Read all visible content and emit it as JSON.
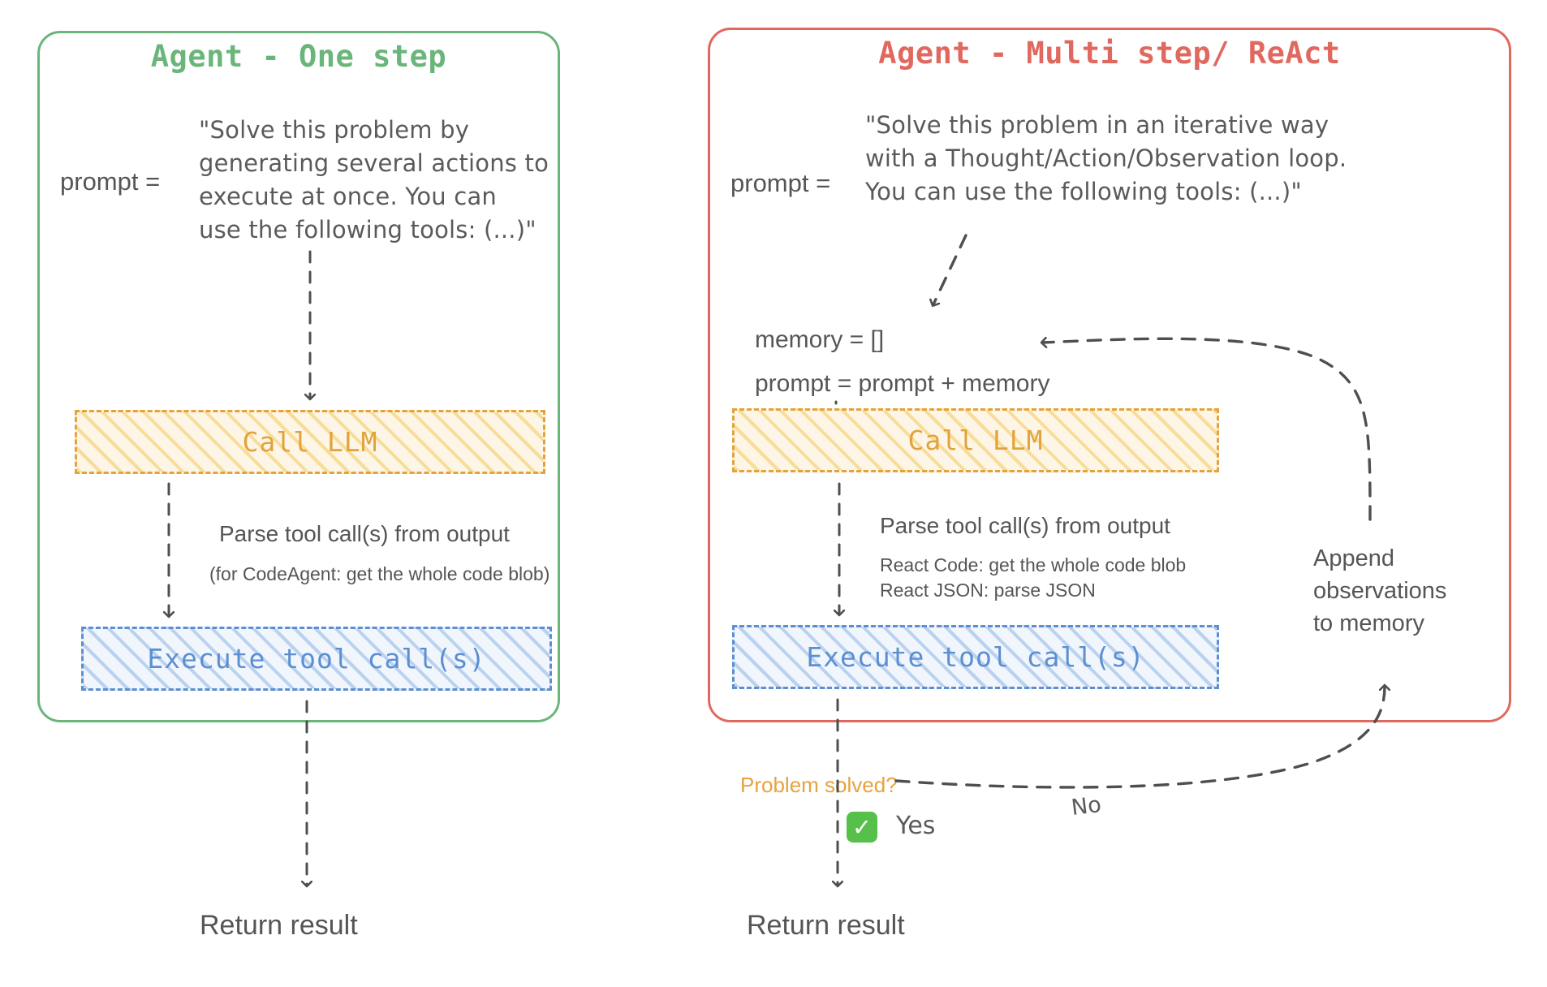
{
  "diagram": {
    "title": "Agent execution patterns",
    "colors": {
      "green_panel": "#6ab57a",
      "red_panel": "#e0685f",
      "llm_box": "#e2a33c",
      "exec_box": "#5b8fd1",
      "text": "#555555",
      "check_green": "#56c04a"
    }
  },
  "panels": [
    {
      "id": "one-step",
      "title": "Agent - One step",
      "prompt_label": "prompt =",
      "prompt_lines": [
        "\"Solve this problem by",
        "generating several actions to",
        "execute at once. You can",
        "use the following tools: (...)\""
      ],
      "llm_box_label": "Call LLM",
      "parse_caption": "Parse tool call(s) from output",
      "parse_subcaption": "(for CodeAgent: get the whole code blob)",
      "exec_box_label": "Execute tool call(s)",
      "return_label": "Return result"
    },
    {
      "id": "multi-step",
      "title": "Agent - Multi step/ ReAct",
      "prompt_label": "prompt =",
      "prompt_lines": [
        "\"Solve this problem in an iterative way",
        "with a Thought/Action/Observation loop.",
        "You can use the following tools: (...)\""
      ],
      "memory_lines": [
        "memory = []",
        "prompt = prompt + memory"
      ],
      "llm_box_label": "Call LLM",
      "parse_caption": "Parse tool call(s) from output",
      "parse_sublines": [
        "React Code: get the whole code blob",
        "React JSON: parse JSON"
      ],
      "exec_box_label": "Execute tool call(s)",
      "decision_label": "Problem solved?",
      "branch_yes": "Yes",
      "branch_no": "No",
      "check_icon": "✓",
      "append_lines": [
        "Append",
        "observations",
        "to memory"
      ],
      "return_label": "Return result"
    }
  ]
}
